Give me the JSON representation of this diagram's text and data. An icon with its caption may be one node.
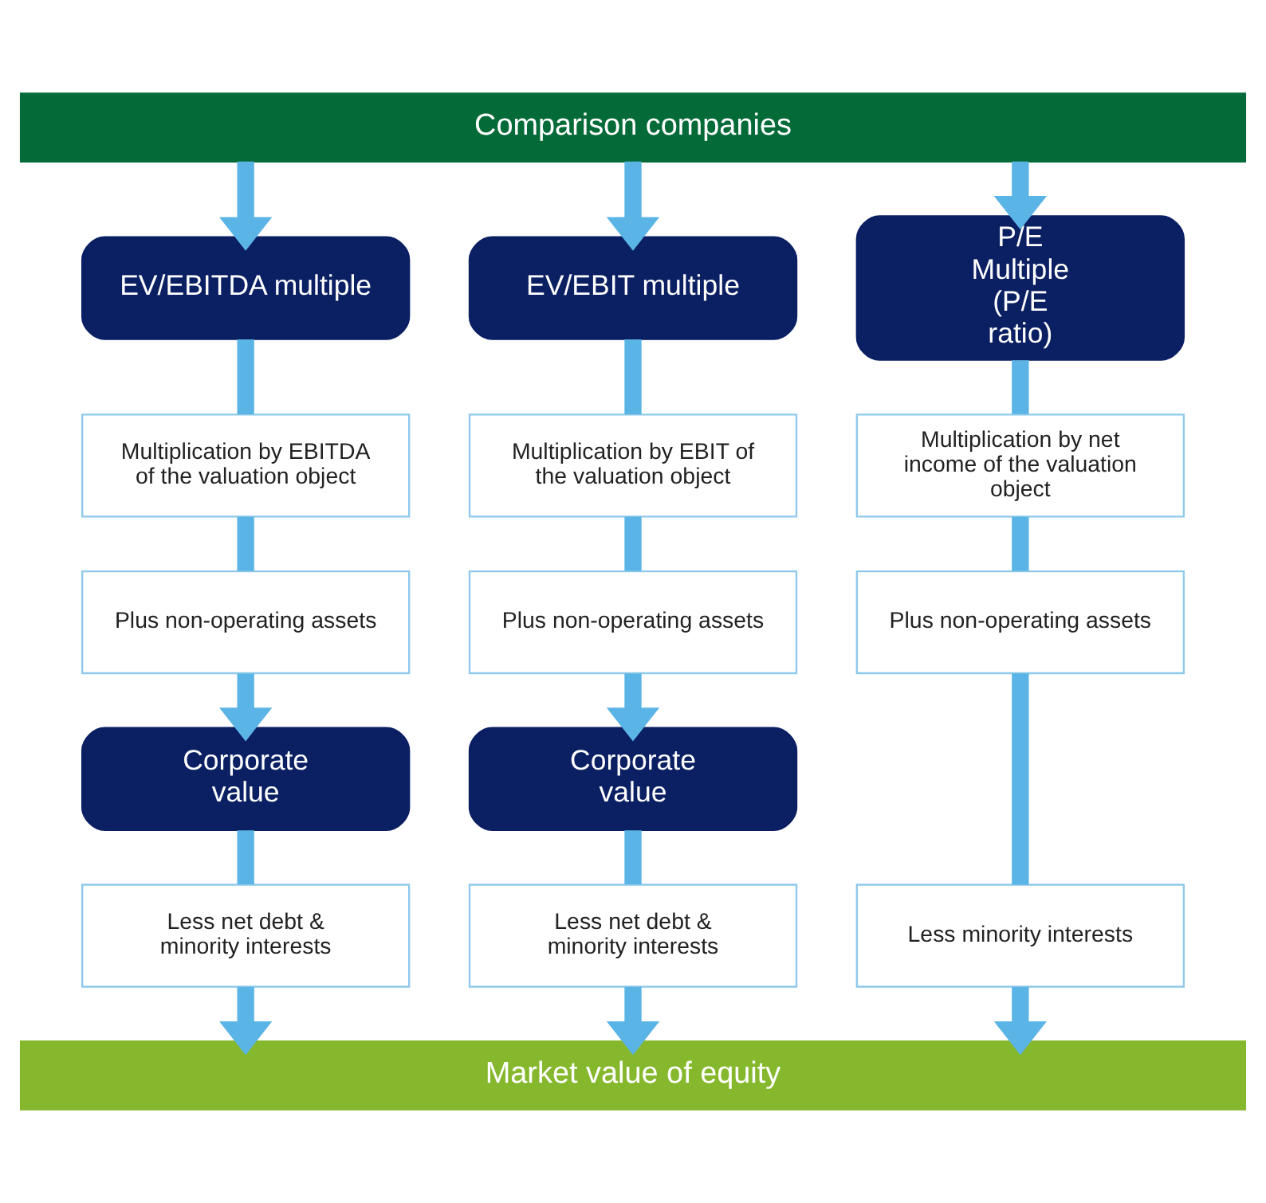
{
  "diagram": {
    "nodes": [
      {
        "text": [
          "Comparison companies"
        ]
      },
      {
        "text": [
          "EV/EBITDA multiple"
        ]
      },
      {
        "text": [
          "Multiplication by EBITDA of the valuation object"
        ]
      },
      {
        "text": [
          "Plus non-operating assets"
        ]
      },
      {
        "text": [
          "Corporate value"
        ]
      },
      {
        "text": [
          "Less net debt & minority interests"
        ]
      },
      {
        "text": [
          "EV/EBIT multiple"
        ]
      },
      {
        "text": [
          "Multiplication by EBIT of the valuation object"
        ]
      },
      {
        "text": [
          "Plus non-operating assets"
        ]
      },
      {
        "text": [
          "Corporate value"
        ]
      },
      {
        "text": [
          "Less net debt & minority interests"
        ]
      },
      {
        "text": [
          "P/E Multiple (P/E ratio)"
        ]
      },
      {
        "text": [
          "Multiplication by net income of the valuation object"
        ]
      },
      {
        "text": [
          "Plus non-operating assets"
        ]
      },
      {
        "text": [
          "Less minority interests"
        ]
      },
      {
        "text": [
          "Market value of equity"
        ]
      }
    ],
    "edges": [
      {
        "from": 0,
        "to": 1,
        "arrow": "to"
      },
      {
        "from": 0,
        "to": 6,
        "arrow": "to"
      },
      {
        "from": 0,
        "to": 11,
        "arrow": "to"
      },
      {
        "from": 1,
        "to": 2,
        "arrow": "none"
      },
      {
        "from": 2,
        "to": 3,
        "arrow": "none"
      },
      {
        "from": 3,
        "to": 4,
        "arrow": "to"
      },
      {
        "from": 4,
        "to": 5,
        "arrow": "none"
      },
      {
        "from": 5,
        "to": 15,
        "arrow": "to"
      },
      {
        "from": 6,
        "to": 7,
        "arrow": "none"
      },
      {
        "from": 7,
        "to": 8,
        "arrow": "none"
      },
      {
        "from": 8,
        "to": 9,
        "arrow": "to"
      },
      {
        "from": 9,
        "to": 10,
        "arrow": "none"
      },
      {
        "from": 10,
        "to": 15,
        "arrow": "to"
      },
      {
        "from": 11,
        "to": 12,
        "arrow": "none"
      },
      {
        "from": 12,
        "to": 13,
        "arrow": "none"
      },
      {
        "from": 13,
        "to": 14,
        "arrow": "none"
      },
      {
        "from": 14,
        "to": 15,
        "arrow": "to"
      }
    ]
  }
}
